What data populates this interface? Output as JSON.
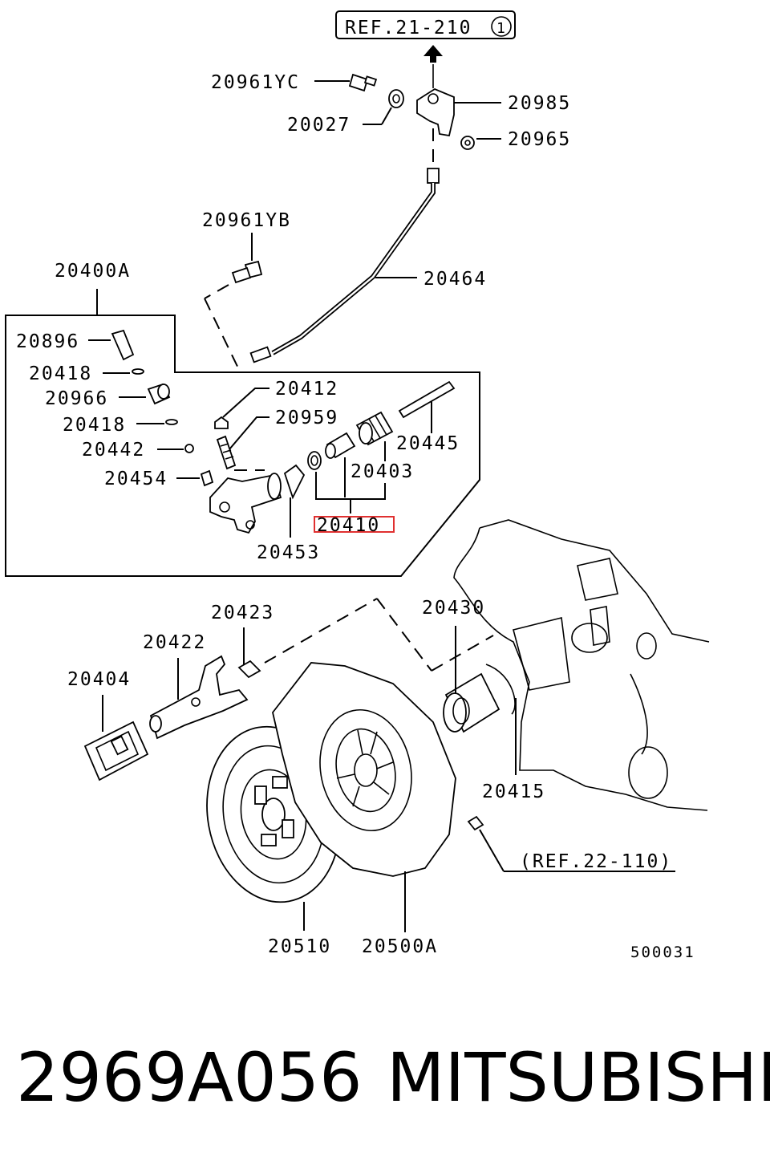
{
  "diagram": {
    "ref_top": "REF.21-210",
    "ref_top_circle": "1",
    "ref_bottom": "(REF.22-110)",
    "code": "500031",
    "highlighted_part": "20410",
    "labels": {
      "p20961YC": "20961YC",
      "p20027": "20027",
      "p20985": "20985",
      "p20965": "20965",
      "p20961YB": "20961YB",
      "p20464": "20464",
      "p20400A": "20400A",
      "p20896": "20896",
      "p20418a": "20418",
      "p20966": "20966",
      "p20418b": "20418",
      "p20442": "20442",
      "p20454": "20454",
      "p20412": "20412",
      "p20959": "20959",
      "p20445": "20445",
      "p20403": "20403",
      "p20410": "20410",
      "p20453": "20453",
      "p20423": "20423",
      "p20422": "20422",
      "p20404": "20404",
      "p20430": "20430",
      "p20415": "20415",
      "p20510": "20510",
      "p20500A": "20500A"
    }
  },
  "footer": {
    "part_number": "2969A056",
    "brand": "MITSUBISHI"
  },
  "colors": {
    "highlight": "#e03030",
    "ink": "#000000"
  }
}
